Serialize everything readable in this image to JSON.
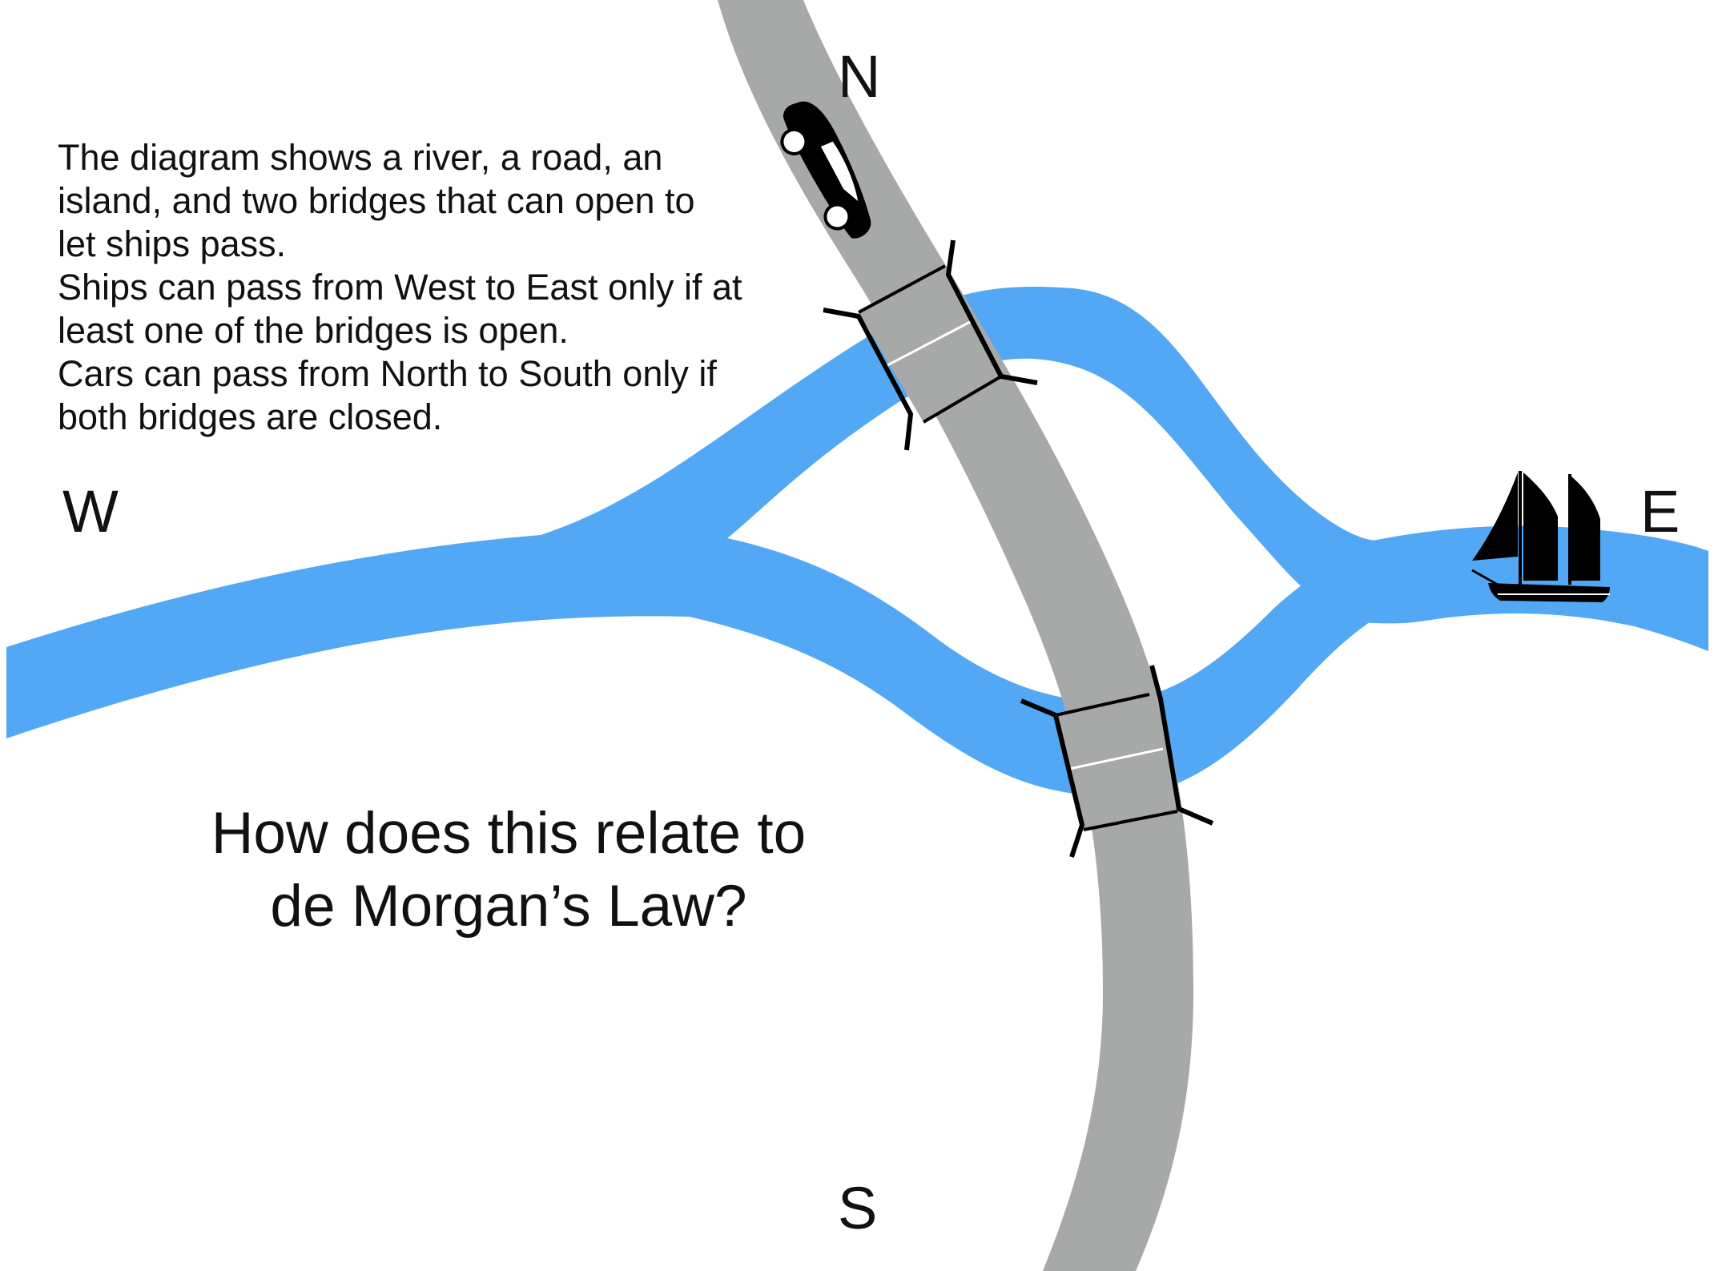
{
  "description": {
    "lines": [
      "The diagram shows a river, a road, an",
      "island, and two bridges that can open to",
      "let ships pass.",
      "Ships can pass from West to East  only if at",
      "least one of the bridges is open.",
      "Cars can pass from North to South only if",
      "both bridges are closed."
    ]
  },
  "compass": {
    "north": "N",
    "west": "W",
    "east": "E",
    "south": "S"
  },
  "question": {
    "lines": [
      "How does this relate to",
      "de Morgan’s Law?"
    ]
  },
  "colors": {
    "river": "#52a8f5",
    "road": "#a6a9a8",
    "bridge_outline": "#000000",
    "bridge_center_line": "#ffffff",
    "car": "#000000",
    "ship": "#000000"
  },
  "icons": {
    "car": "car-icon",
    "ship": "sailing-ship-icon"
  }
}
